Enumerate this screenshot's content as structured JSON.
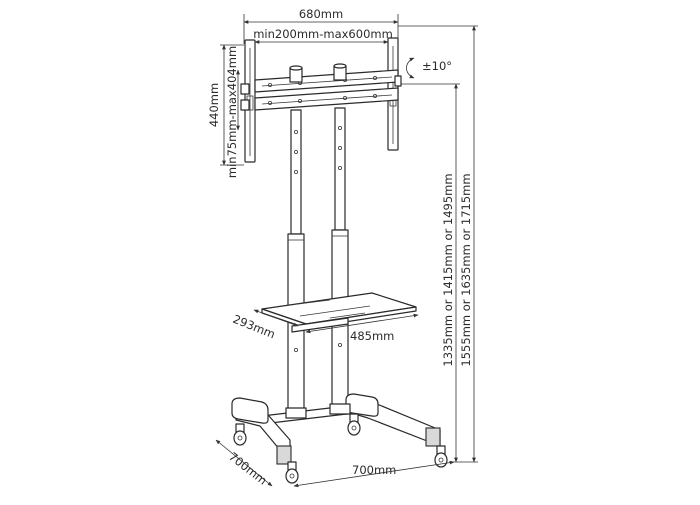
{
  "dimensions": {
    "overall_width": "680mm",
    "vesa_horizontal": "min200mm-max600mm",
    "tilt": "±10°",
    "bracket_height": "440mm",
    "vesa_vertical": "min75mm-max404mm",
    "heights_a": "1335mm or 1415mm or 1495mm",
    "heights_b": "1555mm or 1635mm or 1715mm",
    "shelf_depth": "293mm",
    "shelf_width": "485mm",
    "base_depth": "700mm",
    "base_width": "700mm"
  }
}
